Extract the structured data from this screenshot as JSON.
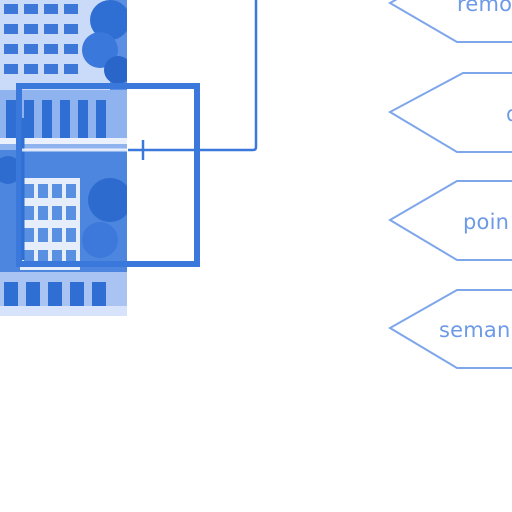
{
  "colors": {
    "accent": "#3a78dc",
    "accent_light": "#7ea6ea",
    "photo_dark": "#2f6fd3",
    "photo_light": "#d7e4fb"
  },
  "image": {
    "subject": "building-facade-photo"
  },
  "options": [
    {
      "label": "remo"
    },
    {
      "label": "d"
    },
    {
      "label": "poin"
    },
    {
      "label": "seman"
    }
  ]
}
